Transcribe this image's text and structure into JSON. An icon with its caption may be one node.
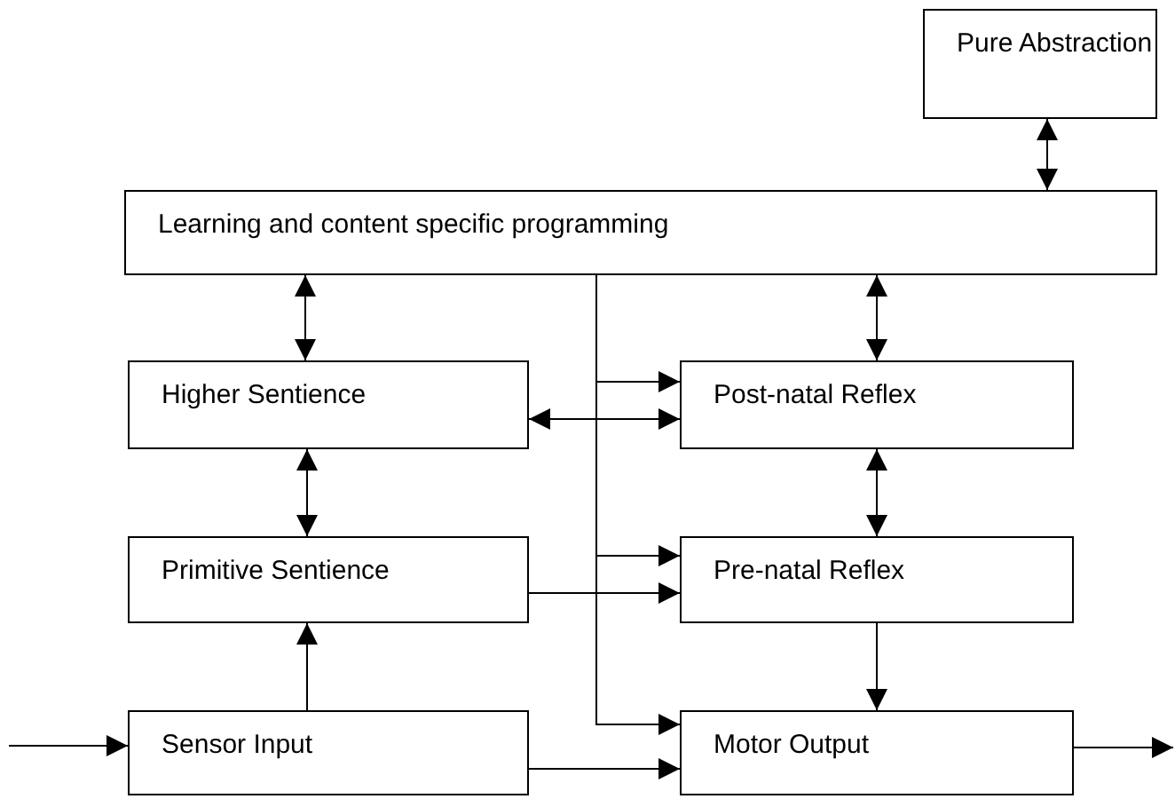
{
  "diagram": {
    "nodes": [
      {
        "text": [
          "Pure Abstraction"
        ]
      },
      {
        "text": [
          "Learning and content specific programming"
        ]
      },
      {
        "text": [
          "Higher Sentience"
        ]
      },
      {
        "text": [
          "Post-natal Reflex"
        ]
      },
      {
        "text": [
          "Primitive Sentience"
        ]
      },
      {
        "text": [
          "Pre-natal Reflex"
        ]
      },
      {
        "text": [
          "Sensor Input"
        ]
      },
      {
        "text": [
          "Motor Output"
        ]
      }
    ],
    "edges": [
      {
        "from": 0,
        "to": 1,
        "arrow": "both"
      },
      {
        "from": 1,
        "to": 2,
        "arrow": "both"
      },
      {
        "from": 1,
        "to": 3,
        "arrow": "both"
      },
      {
        "from": 2,
        "to": 3,
        "arrow": "both"
      },
      {
        "from": 1,
        "to": 3,
        "arrow": "to"
      },
      {
        "from": 2,
        "to": 4,
        "arrow": "both"
      },
      {
        "from": 3,
        "to": 5,
        "arrow": "both"
      },
      {
        "from": 1,
        "to": 5,
        "arrow": "to"
      },
      {
        "from": 4,
        "to": 5,
        "arrow": "to"
      },
      {
        "from": 6,
        "to": 4,
        "arrow": "to"
      },
      {
        "from": 5,
        "to": 7,
        "arrow": "to"
      },
      {
        "from": 1,
        "to": 7,
        "arrow": "to"
      },
      {
        "from": null,
        "to": 6,
        "arrow": "to"
      },
      {
        "from": 6,
        "to": 7,
        "arrow": "to"
      },
      {
        "from": 7,
        "to": null,
        "arrow": "to"
      }
    ]
  }
}
